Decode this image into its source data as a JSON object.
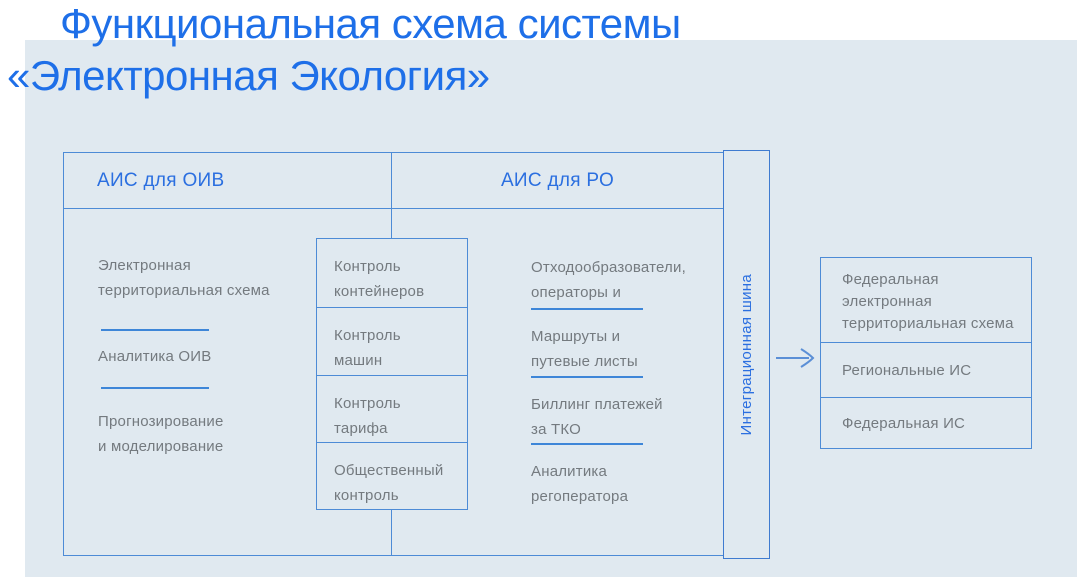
{
  "title": {
    "line1": "Функциональная схема системы",
    "line2": "«Электронная Экология»"
  },
  "colors": {
    "panel_bg": "#e0e9f0",
    "border_blue": "#4d8bd6",
    "accent_blue": "#2b6fe0",
    "title_blue": "#1e6fe8",
    "text_gray": "#747a7f",
    "divider_blue": "#3e86d8"
  },
  "main": {
    "headers": [
      {
        "label": "АИС для ОИВ"
      },
      {
        "label": "АИС для РО"
      }
    ],
    "left_column": {
      "items": [
        "Электронная\nтерриториальная схема",
        "Аналитика ОИВ",
        "Прогнозирование\nи моделирование"
      ]
    },
    "middle_column": {
      "boxes": [
        "Контроль\nконтейнеров",
        "Контроль\nмашин",
        "Контроль\nтарифа",
        "Общественный\nконтроль"
      ]
    },
    "right_column": {
      "items": [
        "Отходообразователи,\nоператоры и",
        "Маршруты и\nпутевые листы",
        "Биллинг платежей\nза ТКО",
        "Аналитика\nрегоператора"
      ]
    }
  },
  "integration_bus": {
    "label": "Интеграционная шина"
  },
  "external_box": {
    "sections": [
      "Федеральная\nэлектронная\nтерриториальная схема",
      "Региональные ИС",
      "Федеральная ИС"
    ]
  }
}
